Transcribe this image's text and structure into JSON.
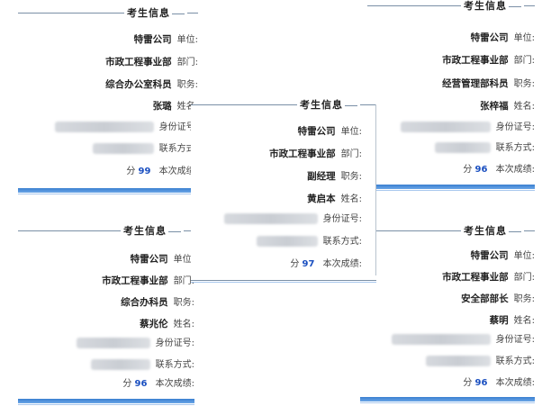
{
  "section_title": "考生信息",
  "labels": {
    "unit": "单位:",
    "dept": "部门:",
    "job": "职务:",
    "name": "姓名:",
    "id": "身份证号:",
    "contact": "联系方式:",
    "score_prefix": "本次成绩:",
    "score_suffix": "分"
  },
  "cards": [
    {
      "unit": "特雷公司",
      "dept": "市政工程事业部",
      "job": "综合办公室科员",
      "name": "张璐",
      "score": "99"
    },
    {
      "unit": "特雷公司",
      "dept": "市政工程事业部",
      "job": "经营管理部科员",
      "name": "张梓福",
      "score": "96"
    },
    {
      "unit": "特雷公司",
      "dept": "市政工程事业部",
      "job": "副经理",
      "name": "黄启本",
      "score": "97"
    },
    {
      "unit": "特雷公司",
      "dept": "市政工程事业部",
      "job": "综合办科员",
      "name": "蔡兆伦",
      "score": "96"
    },
    {
      "unit": "特雷公司",
      "dept": "市政工程事业部",
      "job": "安全部部长",
      "name": "蔡明",
      "score": "96"
    }
  ],
  "colors": {
    "accent_bar": "#3a7fd0",
    "score": "#1a4fc0",
    "frame_line": "#7a8fa6"
  }
}
